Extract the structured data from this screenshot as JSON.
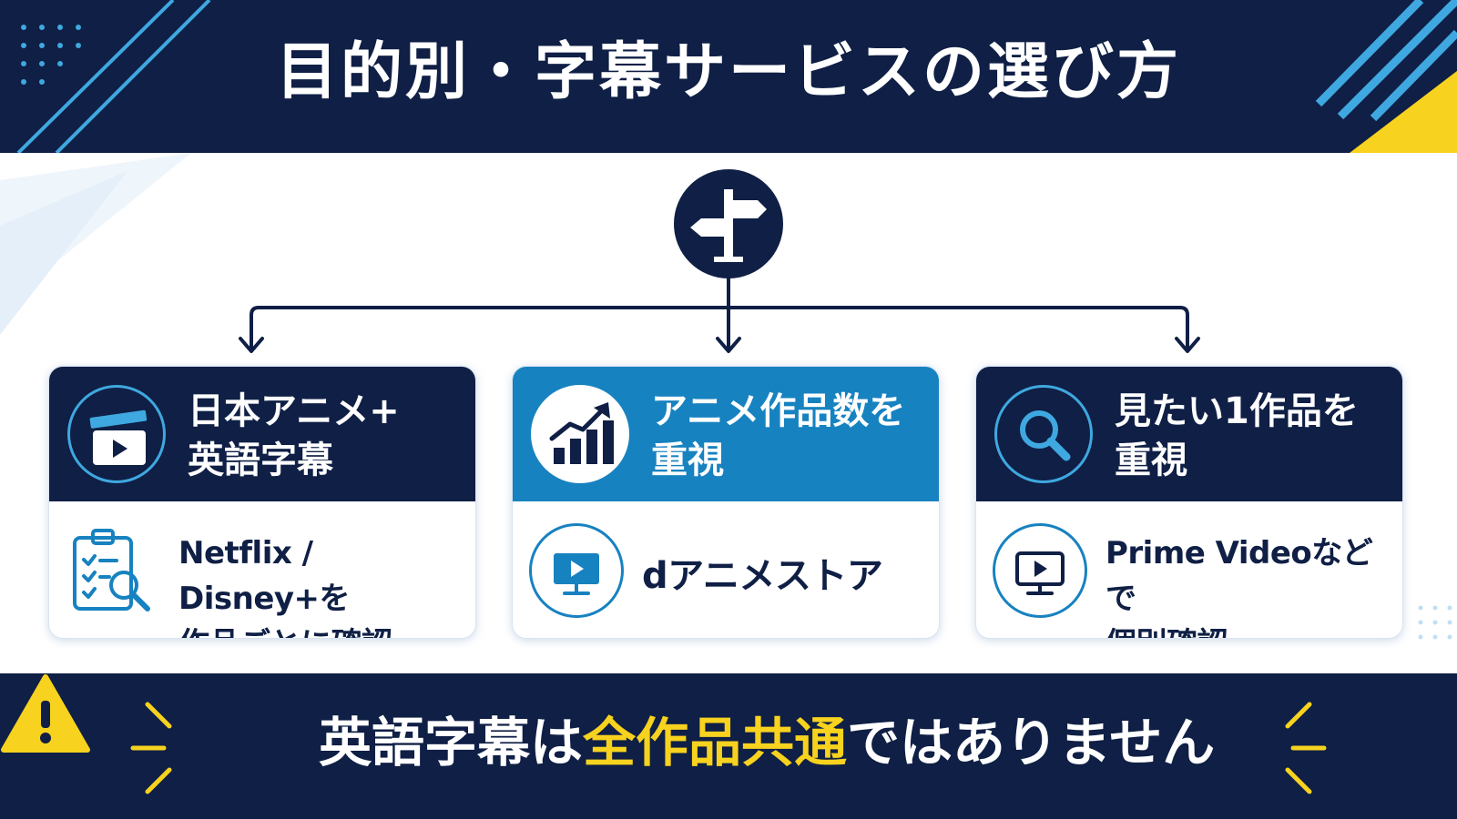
{
  "title": "目的別・字幕サービスの選び方",
  "hub": {
    "icon": "signpost-icon"
  },
  "cards": [
    {
      "heading_line1": "日本アニメ+",
      "heading_line2": "英語字幕",
      "heading_icon": "video-clapperboard-icon",
      "body_line1": "Netflix / Disney+を",
      "body_line2": "作品ごとに確認",
      "body_icon": "clipboard-checklist-search-icon",
      "highlight": false
    },
    {
      "heading_line1": "アニメ作品数を",
      "heading_line2": "重視",
      "heading_icon": "growth-bar-chart-icon",
      "body_line1": "dアニメストア",
      "body_icon": "monitor-play-icon",
      "highlight": true
    },
    {
      "heading_line1": "見たい1作品を",
      "heading_line2": "重視",
      "heading_icon": "magnifier-icon",
      "body_line1": "Prime Videoなどで",
      "body_line2": "個別確認",
      "body_icon": "tv-play-icon",
      "highlight": false
    }
  ],
  "footer": {
    "text_before": "英語字幕は",
    "text_highlight": "全作品共通",
    "text_after": "ではありません",
    "icon": "warning-triangle-icon"
  },
  "colors": {
    "navy": "#0f1f45",
    "accent_blue": "#1782c0",
    "light_blue": "#3fa8e0",
    "yellow": "#f7d21e",
    "white": "#ffffff"
  }
}
